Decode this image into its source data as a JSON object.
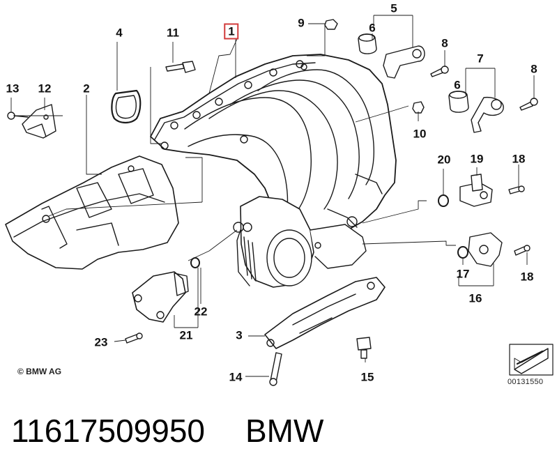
{
  "diagram": {
    "callouts": [
      {
        "id": "1",
        "label": "1",
        "highlight": true
      },
      {
        "id": "2",
        "label": "2"
      },
      {
        "id": "3",
        "label": "3"
      },
      {
        "id": "4",
        "label": "4"
      },
      {
        "id": "5",
        "label": "5"
      },
      {
        "id": "6a",
        "label": "6"
      },
      {
        "id": "6b",
        "label": "6"
      },
      {
        "id": "7",
        "label": "7"
      },
      {
        "id": "8a",
        "label": "8"
      },
      {
        "id": "8b",
        "label": "8"
      },
      {
        "id": "9",
        "label": "9"
      },
      {
        "id": "10",
        "label": "10"
      },
      {
        "id": "11",
        "label": "11"
      },
      {
        "id": "12",
        "label": "12"
      },
      {
        "id": "13",
        "label": "13"
      },
      {
        "id": "14",
        "label": "14"
      },
      {
        "id": "15",
        "label": "15"
      },
      {
        "id": "16",
        "label": "16"
      },
      {
        "id": "17",
        "label": "17"
      },
      {
        "id": "18a",
        "label": "18"
      },
      {
        "id": "18b",
        "label": "18"
      },
      {
        "id": "19",
        "label": "19"
      },
      {
        "id": "20",
        "label": "20"
      },
      {
        "id": "21",
        "label": "21"
      },
      {
        "id": "22",
        "label": "22"
      },
      {
        "id": "23",
        "label": "23"
      }
    ],
    "copyright": "© BMW AG",
    "reference_code": "00131550",
    "highlight_color": "#d23b3b",
    "line_color": "#1a1a1a"
  },
  "footer": {
    "part_number": "11617509950",
    "brand": "BMW"
  }
}
